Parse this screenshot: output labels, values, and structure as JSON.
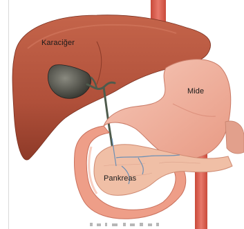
{
  "diagram": {
    "labels": {
      "liver": "Karaciğer",
      "stomach": "Mide",
      "pancreas": "Pankreas"
    },
    "colors": {
      "liver": "#b5533a",
      "liver_dark": "#8c3a26",
      "stomach": "#f2b4a0",
      "stomach_edge": "#d68a76",
      "intestine": "#eea48e",
      "pancreas": "#f0c0a8",
      "gallbladder": "#4a4a42",
      "duct": "#5b6a58",
      "aorta": "#d95a4a",
      "vessel_blue": "#6b8fb5"
    }
  }
}
